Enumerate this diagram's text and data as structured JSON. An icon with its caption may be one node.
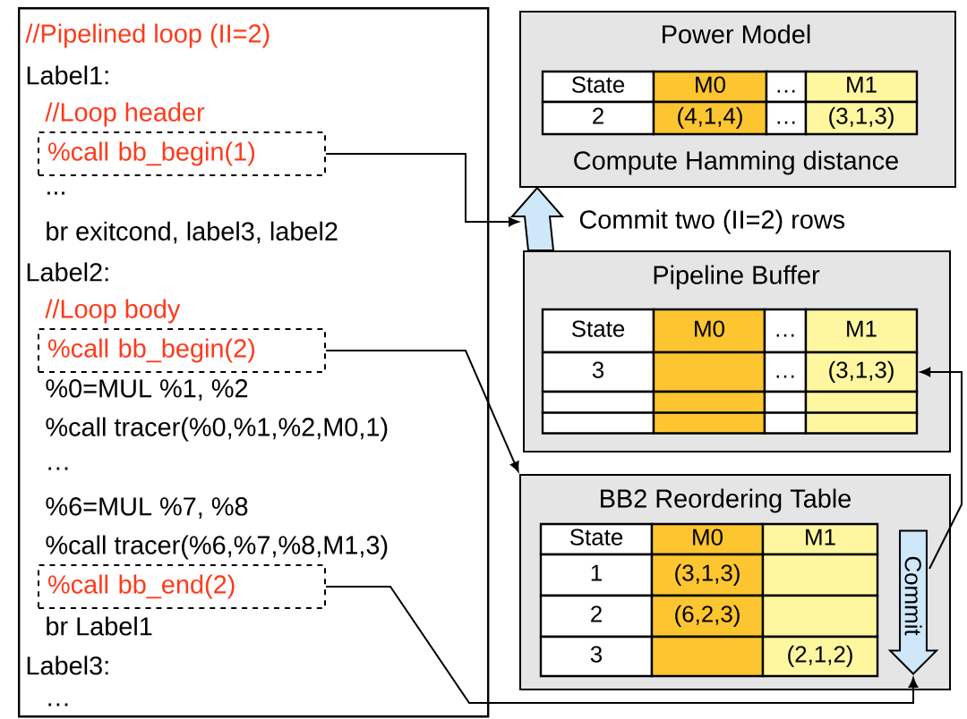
{
  "diagram": {
    "nodes": [
      {
        "text": [
          "//Pipelined loop (II=2)",
          "Label1:",
          "//Loop header",
          "...",
          "br exitcond, label3, label2",
          "Label2:",
          "//Loop body",
          "%0=MUL %1, %2",
          "%call tracer(%0,%1,%2,M0,1)",
          "…",
          "%6=MUL %7, %8",
          "%call tracer(%6,%7,%8,M1,3)",
          "br Label1",
          "Label3:",
          "…"
        ]
      },
      {
        "text": [
          "%call bb_begin(1)"
        ],
        "in": 0
      },
      {
        "text": [
          "%call bb_begin(2)"
        ],
        "in": 0
      },
      {
        "text": [
          "%call bb_end(2)"
        ],
        "in": 0
      },
      {
        "text": [
          "Power Model",
          "Compute Hamming distance"
        ]
      },
      {
        "text": [
          "Pipeline Buffer"
        ]
      },
      {
        "text": [
          "BB2 Reordering Table"
        ]
      },
      {
        "text": [
          "Commit"
        ],
        "in": 6
      },
      {
        "text": [
          "(3,1,3)"
        ],
        "in": 5
      }
    ],
    "edges": [
      {
        "from": 1,
        "to": null,
        "arrow": "to"
      },
      {
        "from": 2,
        "to": 6,
        "arrow": "to"
      },
      {
        "from": 3,
        "to": 7,
        "arrow": "to"
      },
      {
        "from": 7,
        "to": 8,
        "arrow": "to"
      },
      {
        "from": 5,
        "to": 4,
        "arrow": "to",
        "label": "Commit two (II=2) rows",
        "style": "thick",
        "color": "#cfe8f9"
      }
    ],
    "labels": [
      "State",
      "M0",
      "…",
      "M1",
      "2",
      "(4,1,4)",
      "…",
      "(3,1,3)",
      "State",
      "M0",
      "…",
      "M1",
      "3",
      "…",
      "State",
      "M0",
      "M1",
      "1",
      "(3,1,3)",
      "2",
      "(6,2,3)",
      "3",
      "(2,1,2)"
    ]
  }
}
